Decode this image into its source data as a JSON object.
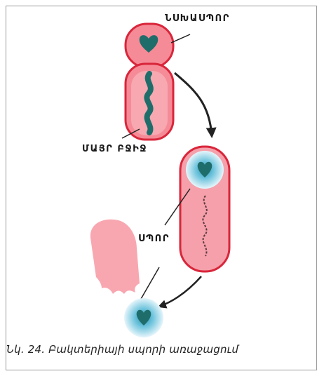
{
  "labels": {
    "top_right": "ՆՍԽԱՍՊՈՐ",
    "bottom_left": "ՄԱՅՐ ԲՋԻՋ",
    "middle": "ՍՊՈՐ"
  },
  "caption": "Նկ. 24. Բակտերիայի սպորի առաջացում"
}
